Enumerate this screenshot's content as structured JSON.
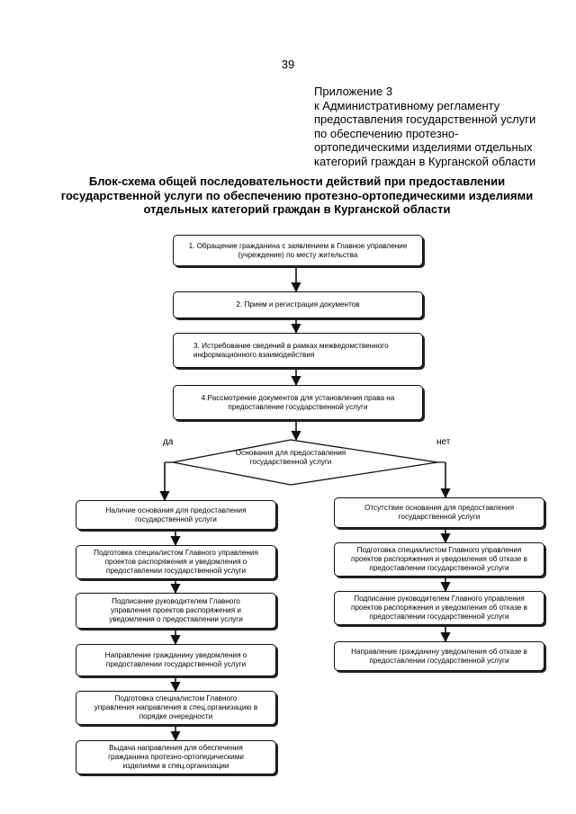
{
  "page_number": "39",
  "appendix": {
    "lines": [
      "Приложение 3",
      "к Административному регламенту",
      "предоставления государственной услуги",
      "по обеспечению протезно-",
      "ортопедическими изделиями отдельных",
      "категорий граждан в Курганской области"
    ]
  },
  "title": {
    "lines": [
      "Блок-схема общей последовательности действий при предоставлении",
      "государственной услуги по обеспечению протезно-ортопедическими изделиями",
      "отдельных категорий граждан в Курганской области"
    ]
  },
  "steps": [
    {
      "lines": [
        "1. Обращение гражданина с заявлением в Главное управление",
        "(учреждение) по месту жительства"
      ]
    },
    {
      "lines": [
        "2. Прием и регистрация документов"
      ]
    },
    {
      "lines": [
        "3. Истребование сведений в рамках межведомственного",
        "информационного взаимодействия"
      ]
    },
    {
      "lines": [
        "4.Рассмотрение документов для установления права на",
        "предоставление государственной услуги"
      ]
    }
  ],
  "decision": {
    "lines": [
      "Основания для предоставления",
      "государственной  услуги"
    ],
    "yes_label": "да",
    "no_label": "нет"
  },
  "yes_branch": [
    {
      "lines": [
        "Наличие основания для предоставления",
        "государственной услуги"
      ]
    },
    {
      "lines": [
        "Подготовка специалистом Главного управления",
        "проектов распоряжения и уведомления о",
        "предоставлении государственной услуги"
      ]
    },
    {
      "lines": [
        "Подписание руководителем Главного",
        "управления проектов распоряжения и",
        "уведомления о предоставлении услуги"
      ]
    },
    {
      "lines": [
        "Направление гражданину уведомления о",
        "предоставлении государственной услуги"
      ]
    },
    {
      "lines": [
        "Подготовка специалистом Главного",
        "управления направления в спец.организацию в",
        "порядке очередности"
      ]
    },
    {
      "lines": [
        "Выдача направления для обеспечения",
        "гражданина протезно-ортопедическими",
        "изделиями в спец.организации"
      ]
    }
  ],
  "no_branch": [
    {
      "lines": [
        "Отсутствие основания для предоставления",
        "государственной услуги"
      ]
    },
    {
      "lines": [
        "Подготовка специалистом Главного управления",
        "проектов распоряжения и уведомления об отказе в",
        "предоставлении государственной услуги"
      ]
    },
    {
      "lines": [
        "Подписание руководителем Главного управления",
        "проектов распоряжения и уведомления об отказе в",
        "предоставлении государственной услуги"
      ]
    },
    {
      "lines": [
        "Направление гражданину уведомления об отказе в",
        "предоставлении государственной услуги"
      ]
    }
  ]
}
